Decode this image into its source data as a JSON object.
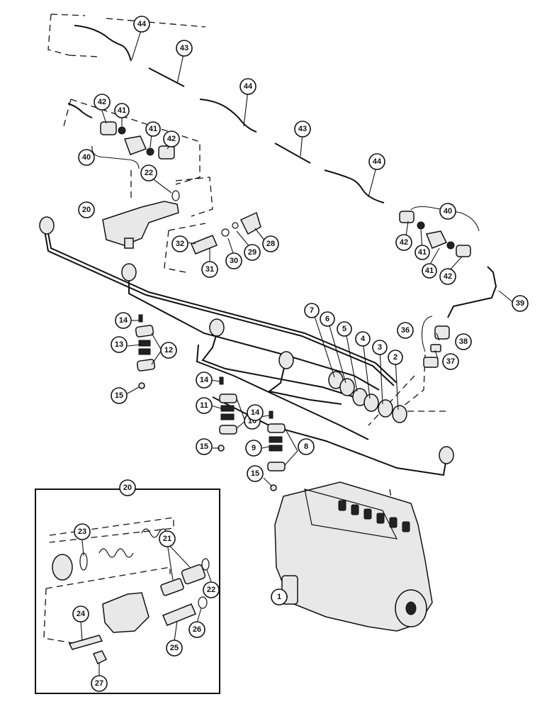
{
  "callouts": {
    "c44a": "44",
    "c43a": "43",
    "c44b": "44",
    "c43b": "43",
    "c44c": "44",
    "c42a": "42",
    "c41a": "41",
    "c41b": "41",
    "c42b": "42",
    "c40a": "40",
    "c22a": "22",
    "c20a": "20",
    "c32": "32",
    "c31": "31",
    "c30": "30",
    "c29": "29",
    "c28": "28",
    "c40b": "40",
    "c42c": "42",
    "c41c": "41",
    "c41d": "41",
    "c42d": "42",
    "c39": "39",
    "c36": "36",
    "c38": "38",
    "c37": "37",
    "c7": "7",
    "c6": "6",
    "c5": "5",
    "c4": "4",
    "c3": "3",
    "c2": "2",
    "c14a": "14",
    "c13": "13",
    "c12": "12",
    "c15a": "15",
    "c14b": "14",
    "c14c": "14",
    "c11": "11",
    "c10": "10",
    "c9": "9",
    "c8": "8",
    "c15b": "15",
    "c15c": "15",
    "c1": "1",
    "c20b": "20",
    "c23": "23",
    "c21": "21",
    "c22b": "22",
    "c24": "24",
    "c25": "25",
    "c26": "26",
    "c27": "27"
  }
}
